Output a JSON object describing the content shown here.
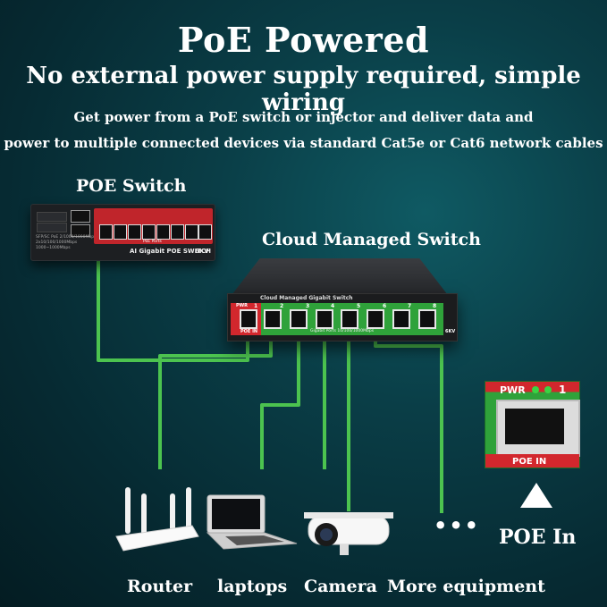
{
  "header": {
    "title": "PoE Powered",
    "subtitle": "No external power supply required, simple wiring",
    "description_line1": "Get power from a PoE switch or injector and deliver data and",
    "description_line2": "power to multiple connected devices via standard Cat5e or Cat6 network cables"
  },
  "labels": {
    "poe_switch": "POE Switch",
    "cloud_managed_switch": "Cloud Managed Switch",
    "poe_in": "POE In"
  },
  "poe_switch_device": {
    "caption": "AI Gigabit POE SWITCH",
    "port_label": "PoE Ports",
    "spec_line1": "SFP/SC PoE 2/1000/1000Mbps",
    "spec_line2": "2x10/100/1000Mbps",
    "spec_line3": "1000~1000Mbps",
    "brand": "6KV"
  },
  "managed_switch_device": {
    "caption": "Cloud Managed Gigabit Switch",
    "pwr": "PWR",
    "port_numbers": [
      "1",
      "2",
      "3",
      "4",
      "5",
      "6",
      "7",
      "8"
    ],
    "poe_in": "POE IN",
    "ports_label": "Gigabit Ports 10/100/1000Mbps",
    "surge": "6KV"
  },
  "zoom_callout": {
    "pwr": "PWR",
    "port_number": "1",
    "poe_in": "POE IN"
  },
  "devices": {
    "router": "Router",
    "laptops": "laptops",
    "camera": "Camera",
    "more": "More equipment",
    "more_dots": "•••"
  },
  "colors": {
    "wire": "#4cc34f",
    "red_panel": "#d2272d",
    "green_panel": "#2fa23a"
  }
}
